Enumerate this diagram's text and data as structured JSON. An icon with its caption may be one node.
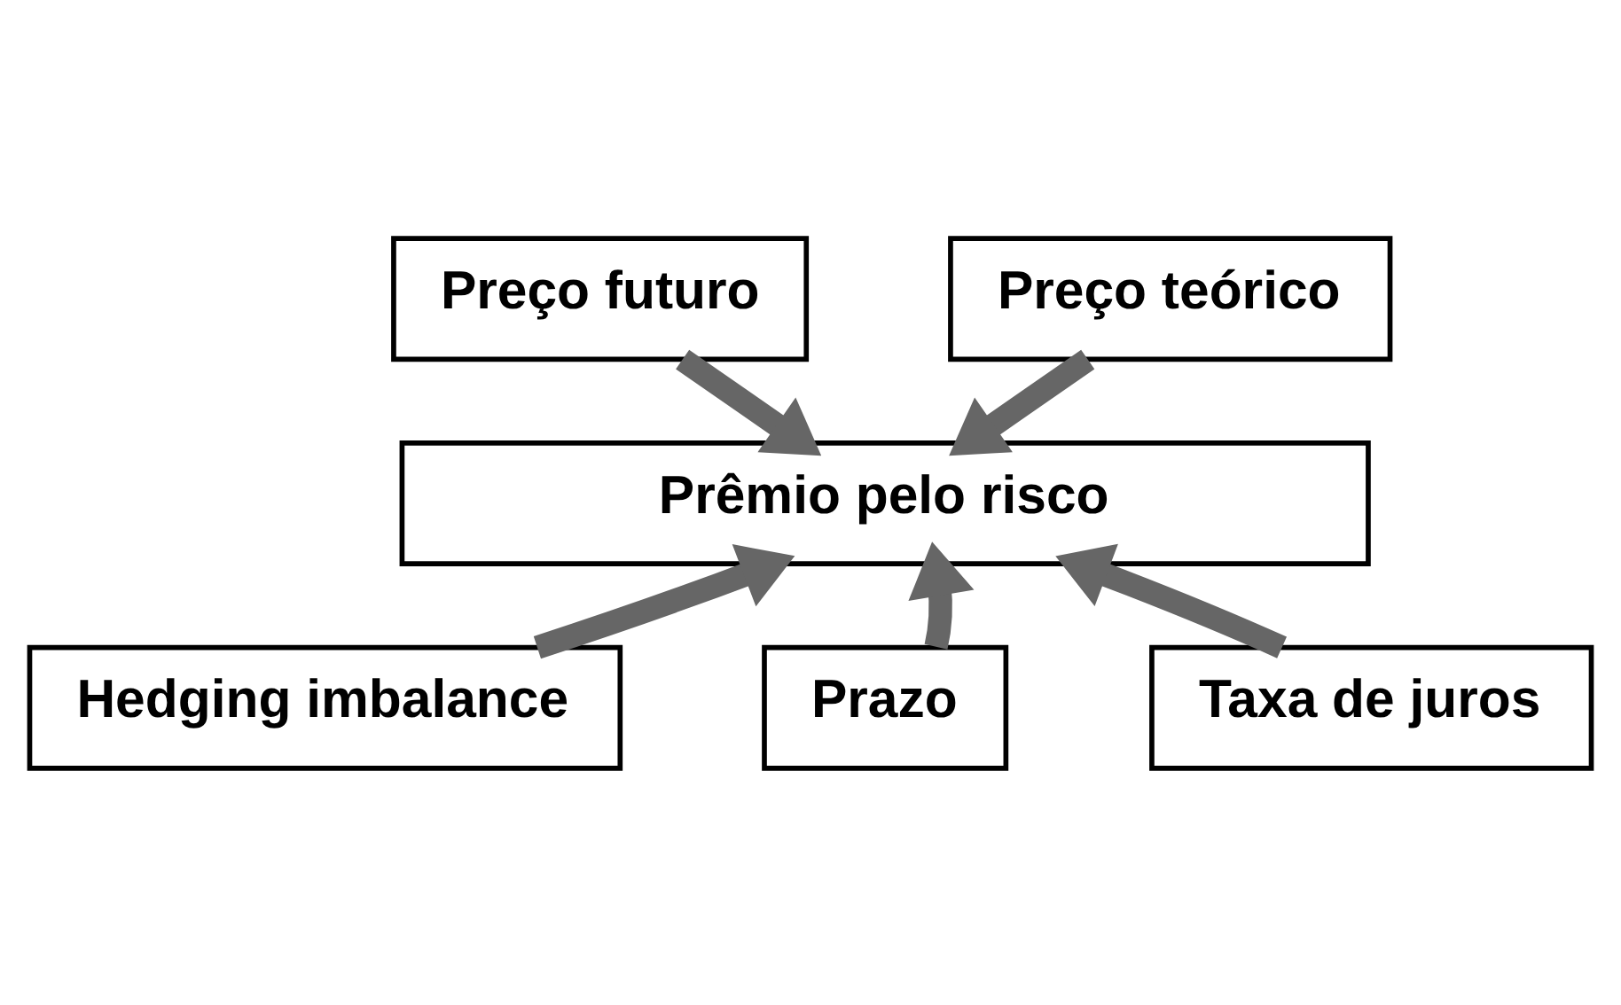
{
  "diagram": {
    "nodes": [
      {
        "text": [
          "Preço futuro"
        ]
      },
      {
        "text": [
          "Preço teórico"
        ]
      },
      {
        "text": [
          "Prêmio pelo risco"
        ]
      },
      {
        "text": [
          "Hedging imbalance"
        ]
      },
      {
        "text": [
          "Prazo"
        ]
      },
      {
        "text": [
          "Taxa de juros"
        ]
      }
    ],
    "edges": [
      {
        "from": 0,
        "to": 2,
        "arrow": "to"
      },
      {
        "from": 1,
        "to": 2,
        "arrow": "to"
      },
      {
        "from": 3,
        "to": 2,
        "arrow": "to"
      },
      {
        "from": 4,
        "to": 2,
        "arrow": "to"
      },
      {
        "from": 5,
        "to": 2,
        "arrow": "to"
      }
    ]
  }
}
